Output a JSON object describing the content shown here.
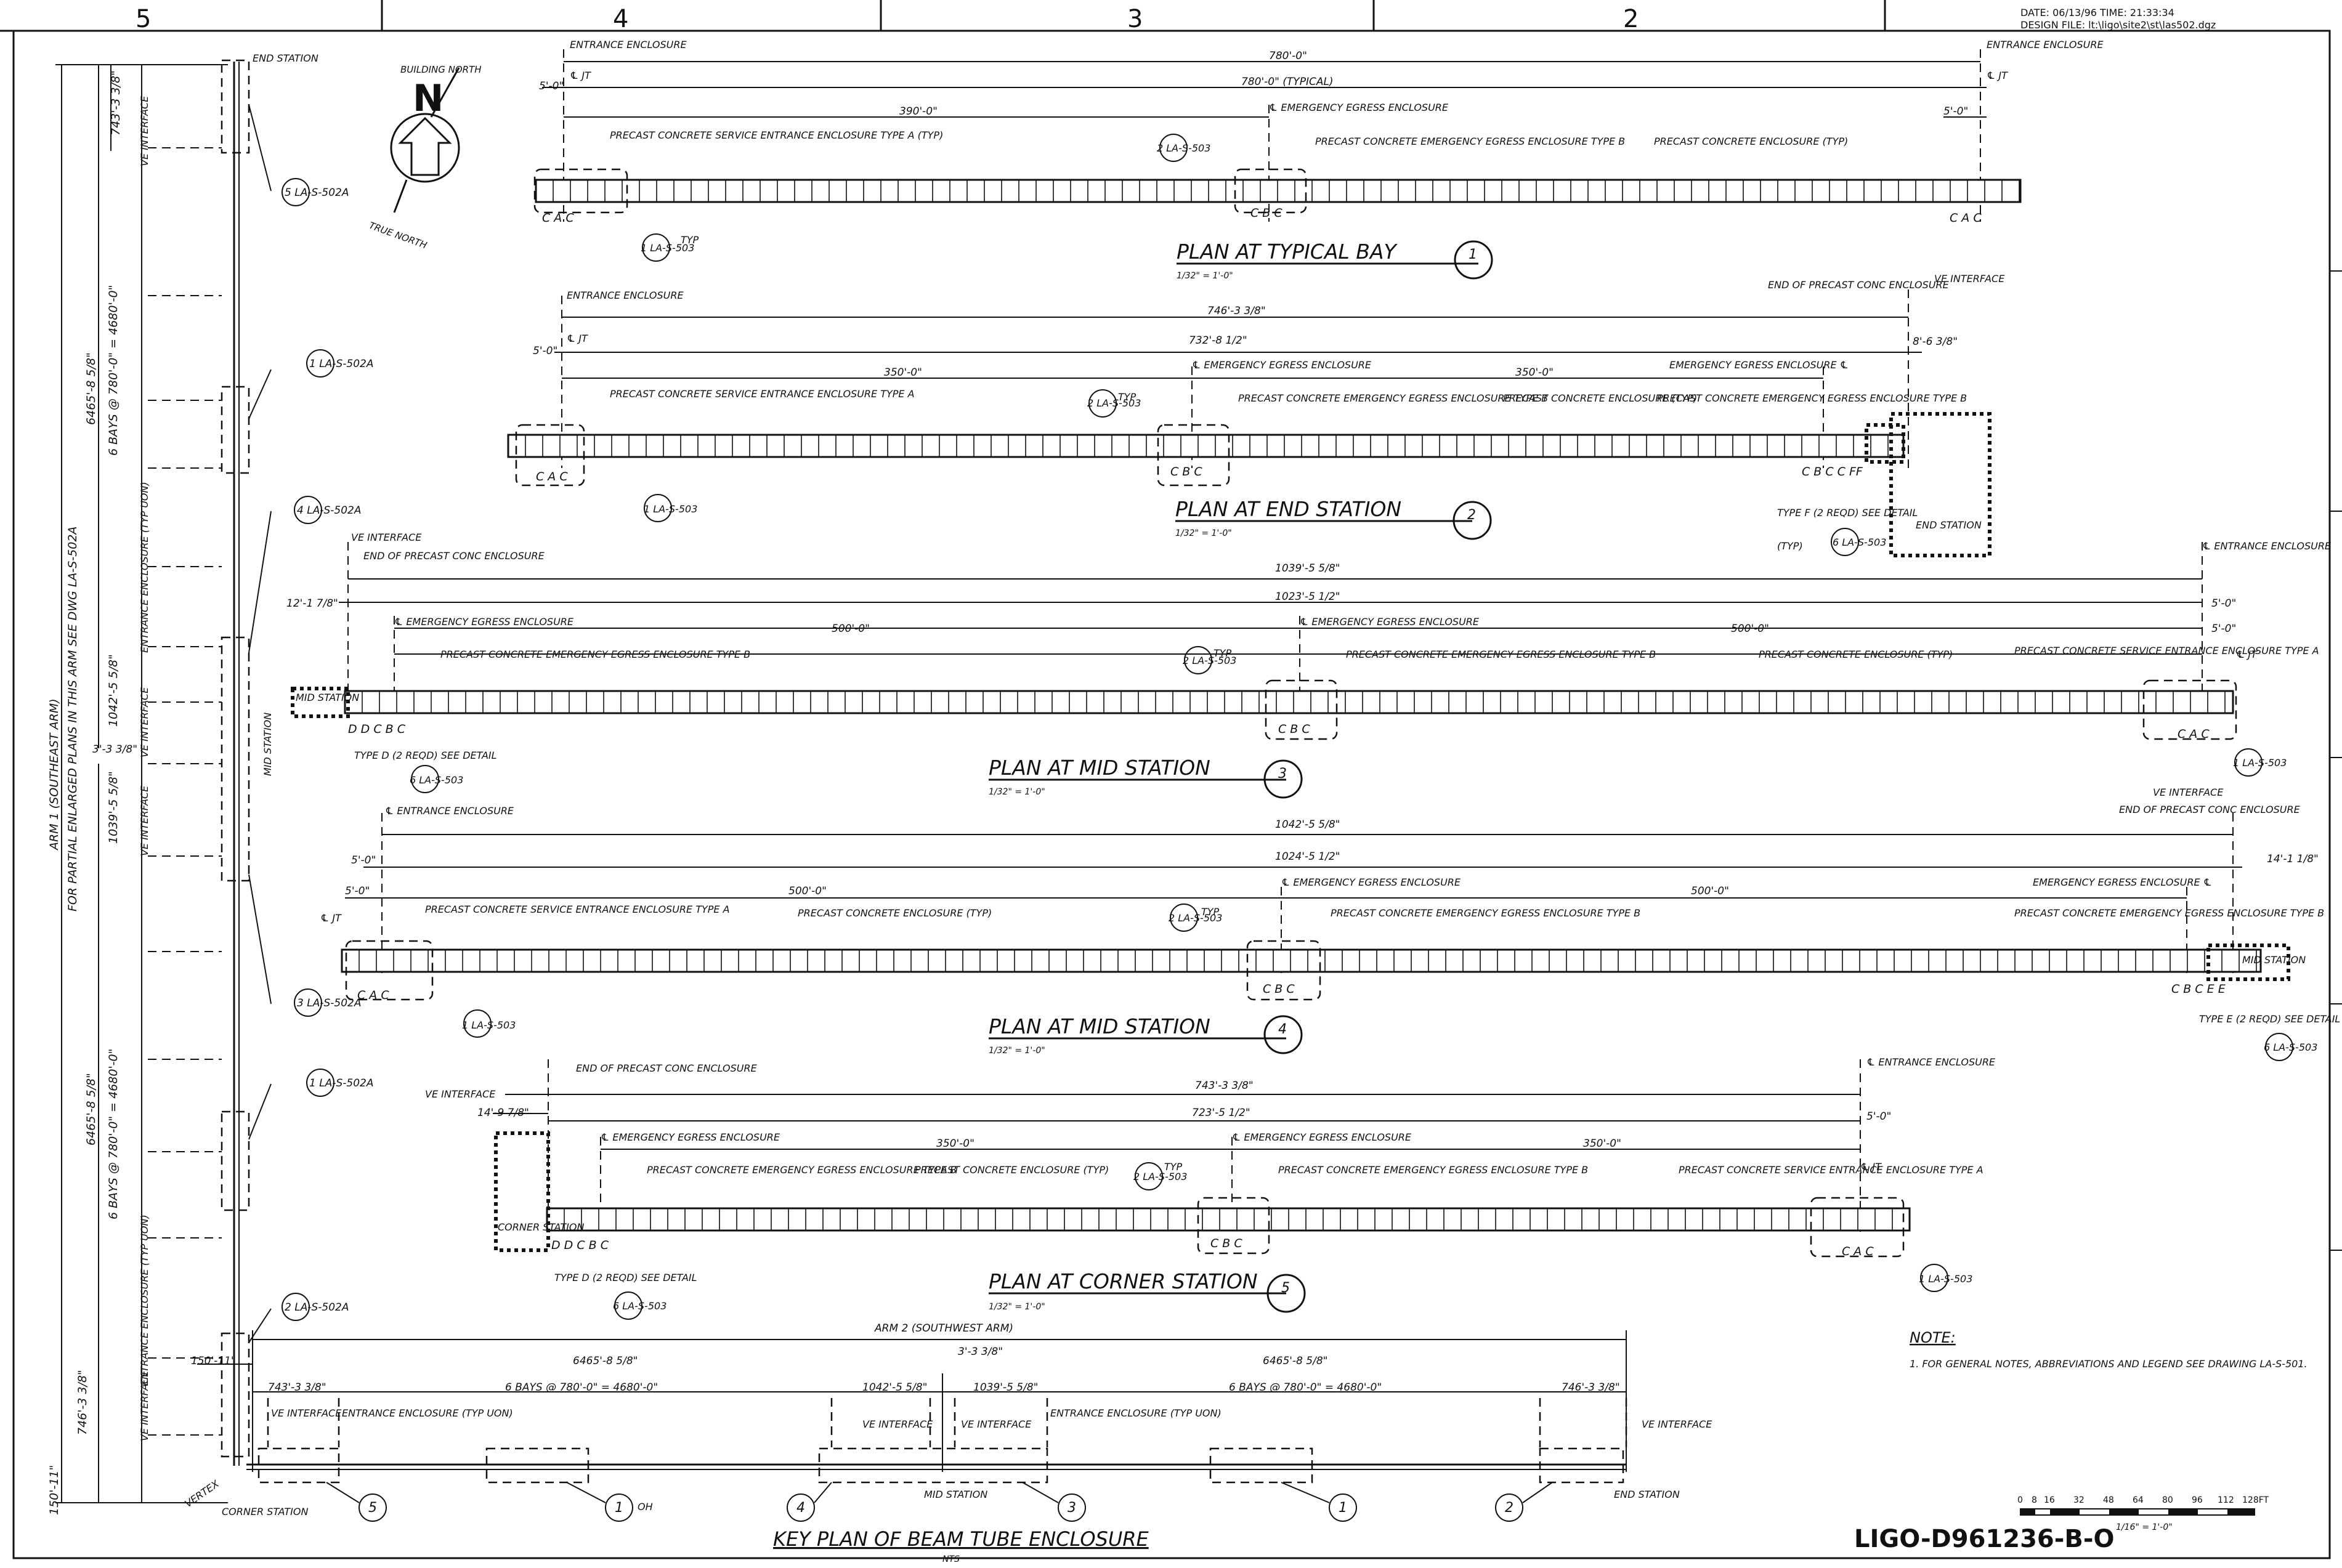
{
  "sheet": {
    "grid_cols": [
      "5",
      "4",
      "3",
      "2"
    ],
    "date_line": "DATE: 06/13/96      TIME: 21:33:34",
    "design_file_line": "DESIGN FILE: lt:\\ligo\\site2\\st\\las502.dgz",
    "drawing_number": "LIGO-D961236-B-O",
    "scale_bar_ticks": [
      "0",
      "8",
      "16",
      "32",
      "48",
      "64",
      "80",
      "96",
      "112",
      "128FT"
    ],
    "scale_bar_note": "1/16\" = 1'-0\""
  },
  "north": {
    "building_north": "BUILDING NORTH",
    "true_north": "TRUE NORTH",
    "n_letter": "N"
  },
  "note": {
    "heading": "NOTE:",
    "text": "1. FOR GENERAL NOTES, ABBREVIATIONS AND LEGEND SEE DRAWING LA-S-501."
  },
  "key_plan": {
    "title": "KEY PLAN OF BEAM TUBE ENCLOSURE",
    "scale": "NTS",
    "arm1_label": "ARM 1 (SOUTHEAST ARM)",
    "arm1_note": "FOR PARTIAL ENLARGED PLANS IN THIS ARM SEE DWG LA-S-502A",
    "arm2_label": "ARM 2 (SOUTHWEST ARM)",
    "dims_v": [
      "6465'-8 5/8\"",
      "6 BAYS @ 780'-0\" = 4680'-0\"",
      "1042'-5 5/8\"",
      "1039'-5 5/8\"",
      "3'-3 3/8\"",
      "743'-3 3/8\"",
      "6465'-8 5/8\"",
      "6 BAYS @ 780'-0\" = 4680'-0\"",
      "746'-3 3/8\"",
      "150'-11\""
    ],
    "dims_h": [
      "150'-11\"",
      "743'-3 3/8\"",
      "6465'-8 5/8\"",
      "6 BAYS @ 780'-0\" = 4680'-0\"",
      "1042'-5 5/8\"",
      "3'-3 3/8\"",
      "1039'-5 5/8\"",
      "6465'-8 5/8\"",
      "6 BAYS @ 780'-0\" = 4680'-0\"",
      "746'-3 3/8\""
    ],
    "labels": [
      "END STATION",
      "MID STATION",
      "VE INTERFACE",
      "ENTRANCE ENCLOSURE (TYP UON)",
      "CORNER STATION",
      "VERTEX",
      "OH"
    ],
    "refs": [
      "5 LA-S-502A",
      "1 LA-S-502A",
      "4 LA-S-502A",
      "3 LA-S-502A",
      "1 LA-S-502A",
      "2 LA-S-502A"
    ],
    "plan_markers": [
      "5",
      "1",
      "4",
      "3",
      "1",
      "2"
    ]
  },
  "plans": [
    {
      "title": "PLAN AT TYPICAL BAY",
      "num": "1",
      "scale": "1/32\" = 1'-0\"",
      "dims": [
        "780'-0\"",
        "780'-0\" (TYPICAL)",
        "390'-0\"",
        "5'-0\"",
        "5'-0\""
      ],
      "notes": [
        "ENTRANCE ENCLOSURE",
        "℄ JT",
        "℄ EMERGENCY EGRESS ENCLOSURE",
        "PRECAST CONCRETE SERVICE ENTRANCE ENCLOSURE TYPE A (TYP)",
        "PRECAST CONCRETE EMERGENCY EGRESS ENCLOSURE TYPE B",
        "PRECAST CONCRETE ENCLOSURE (TYP)",
        "ENTRANCE ENCLOSURE",
        "℄ JT",
        "TYP"
      ],
      "letters_l": "C  A  C",
      "letters_m": "C B C",
      "letters_r": "C  A  C",
      "refs": [
        "2 LA-S-503",
        "1 LA-S-503"
      ]
    },
    {
      "title": "PLAN AT END STATION",
      "num": "2",
      "scale": "1/32\" = 1'-0\"",
      "dims": [
        "746'-3 3/8\"",
        "732'-8 1/2\"",
        "350'-0\"",
        "350'-0\"",
        "5'-0\"",
        "8'-6 3/8\""
      ],
      "notes": [
        "ENTRANCE ENCLOSURE",
        "℄ JT",
        "℄ EMERGENCY EGRESS ENCLOSURE",
        "EMERGENCY EGRESS ENCLOSURE ℄",
        "END OF PRECAST CONC ENCLOSURE",
        "VE INTERFACE",
        "PRECAST CONCRETE SERVICE ENTRANCE ENCLOSURE TYPE A",
        "PRECAST CONCRETE EMERGENCY EGRESS ENCLOSURE TYPE B",
        "PRECAST CONCRETE ENCLOSURE (TYP)",
        "PRECAST CONCRETE EMERGENCY EGRESS ENCLOSURE TYPE B",
        "END STATION",
        "TYPE F (2 REQD) SEE DETAIL",
        "(TYP)",
        "TYP"
      ],
      "letters_l": "C  A  C",
      "letters_m": "C B C",
      "letters_r": "C B C C FF",
      "refs": [
        "2 LA-S-503",
        "1 LA-S-503",
        "6 LA-S-503"
      ]
    },
    {
      "title": "PLAN AT MID STATION",
      "num": "3",
      "scale": "1/32\" = 1'-0\"",
      "dims": [
        "1039'-5 5/8\"",
        "1023'-5 1/2\"",
        "500'-0\"",
        "500'-0\"",
        "12'-1 7/8\"",
        "5'-0\"",
        "5'-0\""
      ],
      "notes": [
        "VE INTERFACE",
        "END OF PRECAST CONC ENCLOSURE",
        "℄ EMERGENCY EGRESS ENCLOSURE",
        "℄ EMERGENCY EGRESS ENCLOSURE",
        "PRECAST CONCRETE EMERGENCY EGRESS ENCLOSURE TYPE B",
        "PRECAST CONCRETE EMERGENCY EGRESS ENCLOSURE TYPE B",
        "PRECAST CONCRETE ENCLOSURE (TYP)",
        "PRECAST CONCRETE SERVICE ENTRANCE ENCLOSURE TYPE A",
        "℄ ENTRANCE ENCLOSURE",
        "℄ JT",
        "MID STATION",
        "TYPE D (2 REQD) SEE DETAIL",
        "TYP"
      ],
      "letters_l": "D D C  B  C",
      "letters_m": "C B C",
      "letters_r": "C  A  C",
      "refs": [
        "2 LA-S-503",
        "6 LA-S-503",
        "1 LA-S-503"
      ]
    },
    {
      "title": "PLAN AT MID STATION",
      "num": "4",
      "scale": "1/32\" = 1'-0\"",
      "dims": [
        "1042'-5 5/8\"",
        "1024'-5 1/2\"",
        "500'-0\"",
        "500'-0\"",
        "5'-0\"",
        "5'-0\"",
        "14'-1 1/8\""
      ],
      "notes": [
        "℄ ENTRANCE ENCLOSURE",
        "℄ JT",
        "℄ EMERGENCY EGRESS ENCLOSURE",
        "EMERGENCY EGRESS ENCLOSURE ℄",
        "VE INTERFACE",
        "END OF PRECAST CONC ENCLOSURE",
        "PRECAST CONCRETE SERVICE ENTRANCE ENCLOSURE TYPE A",
        "PRECAST CONCRETE ENCLOSURE (TYP)",
        "PRECAST CONCRETE EMERGENCY EGRESS ENCLOSURE TYPE B",
        "PRECAST CONCRETE EMERGENCY EGRESS ENCLOSURE TYPE B",
        "MID STATION",
        "TYPE E (2 REQD) SEE DETAIL",
        "TYP"
      ],
      "letters_l": "C  A  C",
      "letters_m": "C B C",
      "letters_r": "C B C E E",
      "refs": [
        "2 LA-S-503",
        "1 LA-S-503",
        "6 LA-S-503"
      ]
    },
    {
      "title": "PLAN AT CORNER STATION",
      "num": "5",
      "scale": "1/32\" = 1'-0\"",
      "dims": [
        "743'-3 3/8\"",
        "723'-5 1/2\"",
        "350'-0\"",
        "350'-0\"",
        "14'-9 7/8\"",
        "5'-0\""
      ],
      "notes": [
        "END OF PRECAST CONC ENCLOSURE",
        "VE INTERFACE",
        "℄ EMERGENCY EGRESS ENCLOSURE",
        "℄ EMERGENCY EGRESS ENCLOSURE",
        "PRECAST CONCRETE EMERGENCY EGRESS ENCLOSURE TYPE B",
        "PRECAST CONCRETE ENCLOSURE (TYP)",
        "PRECAST CONCRETE EMERGENCY EGRESS ENCLOSURE TYPE B",
        "PRECAST CONCRETE SERVICE ENTRANCE ENCLOSURE TYPE A",
        "℄ ENTRANCE ENCLOSURE",
        "℄ JT",
        "CORNER STATION",
        "TYPE D (2 REQD) SEE DETAIL",
        "TYP"
      ],
      "letters_l": "D D C  B  C",
      "letters_m": "C B C",
      "letters_r": "C  A  C",
      "refs": [
        "2 LA-S-503",
        "6 LA-S-503",
        "1 LA-S-503"
      ]
    }
  ]
}
